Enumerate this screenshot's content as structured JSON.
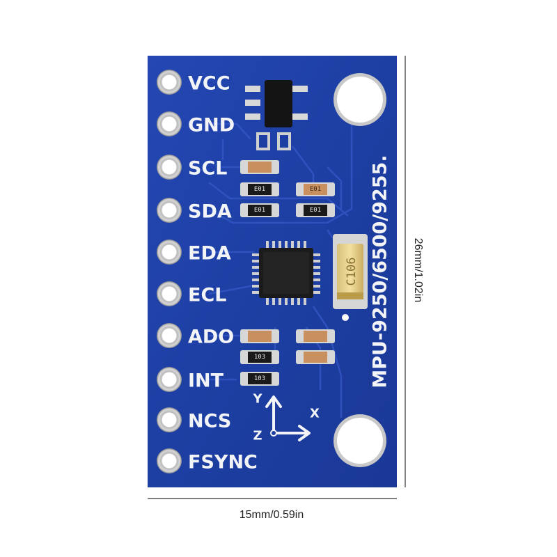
{
  "board": {
    "title": "MPU-9250/6500/9255.",
    "color": "#1f3fa6",
    "pins": [
      {
        "label": "VCC"
      },
      {
        "label": "GND"
      },
      {
        "label": "SCL"
      },
      {
        "label": "SDA"
      },
      {
        "label": "EDA"
      },
      {
        "label": "ECL"
      },
      {
        "label": "ADO"
      },
      {
        "label": "INT"
      },
      {
        "label": "NCS"
      },
      {
        "label": "FSYNC"
      }
    ],
    "axes": {
      "y": "Y",
      "x": "X",
      "z": "Z"
    },
    "tantalum_label": "C106",
    "cap_codes": [
      "E01",
      "E01",
      "E01",
      "E01",
      "103",
      "103"
    ]
  },
  "dimensions": {
    "width": "15mm/0.59in",
    "height": "26mm/1.02in"
  }
}
